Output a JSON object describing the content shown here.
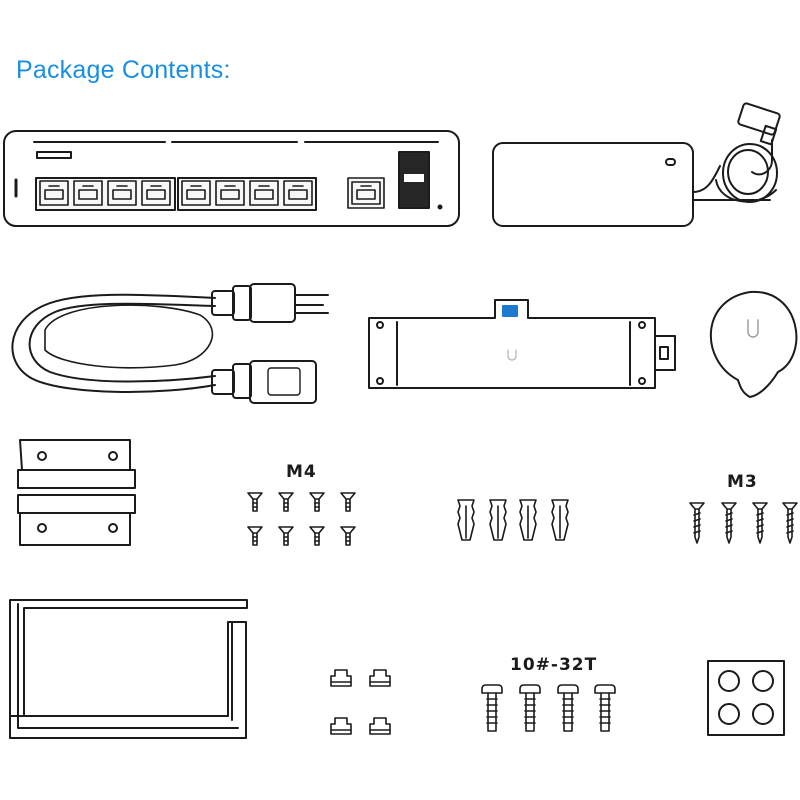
{
  "heading": "Package Contents:",
  "labels": {
    "m4": "M4",
    "m3": "M3",
    "tenhash": "10#-32T"
  }
}
